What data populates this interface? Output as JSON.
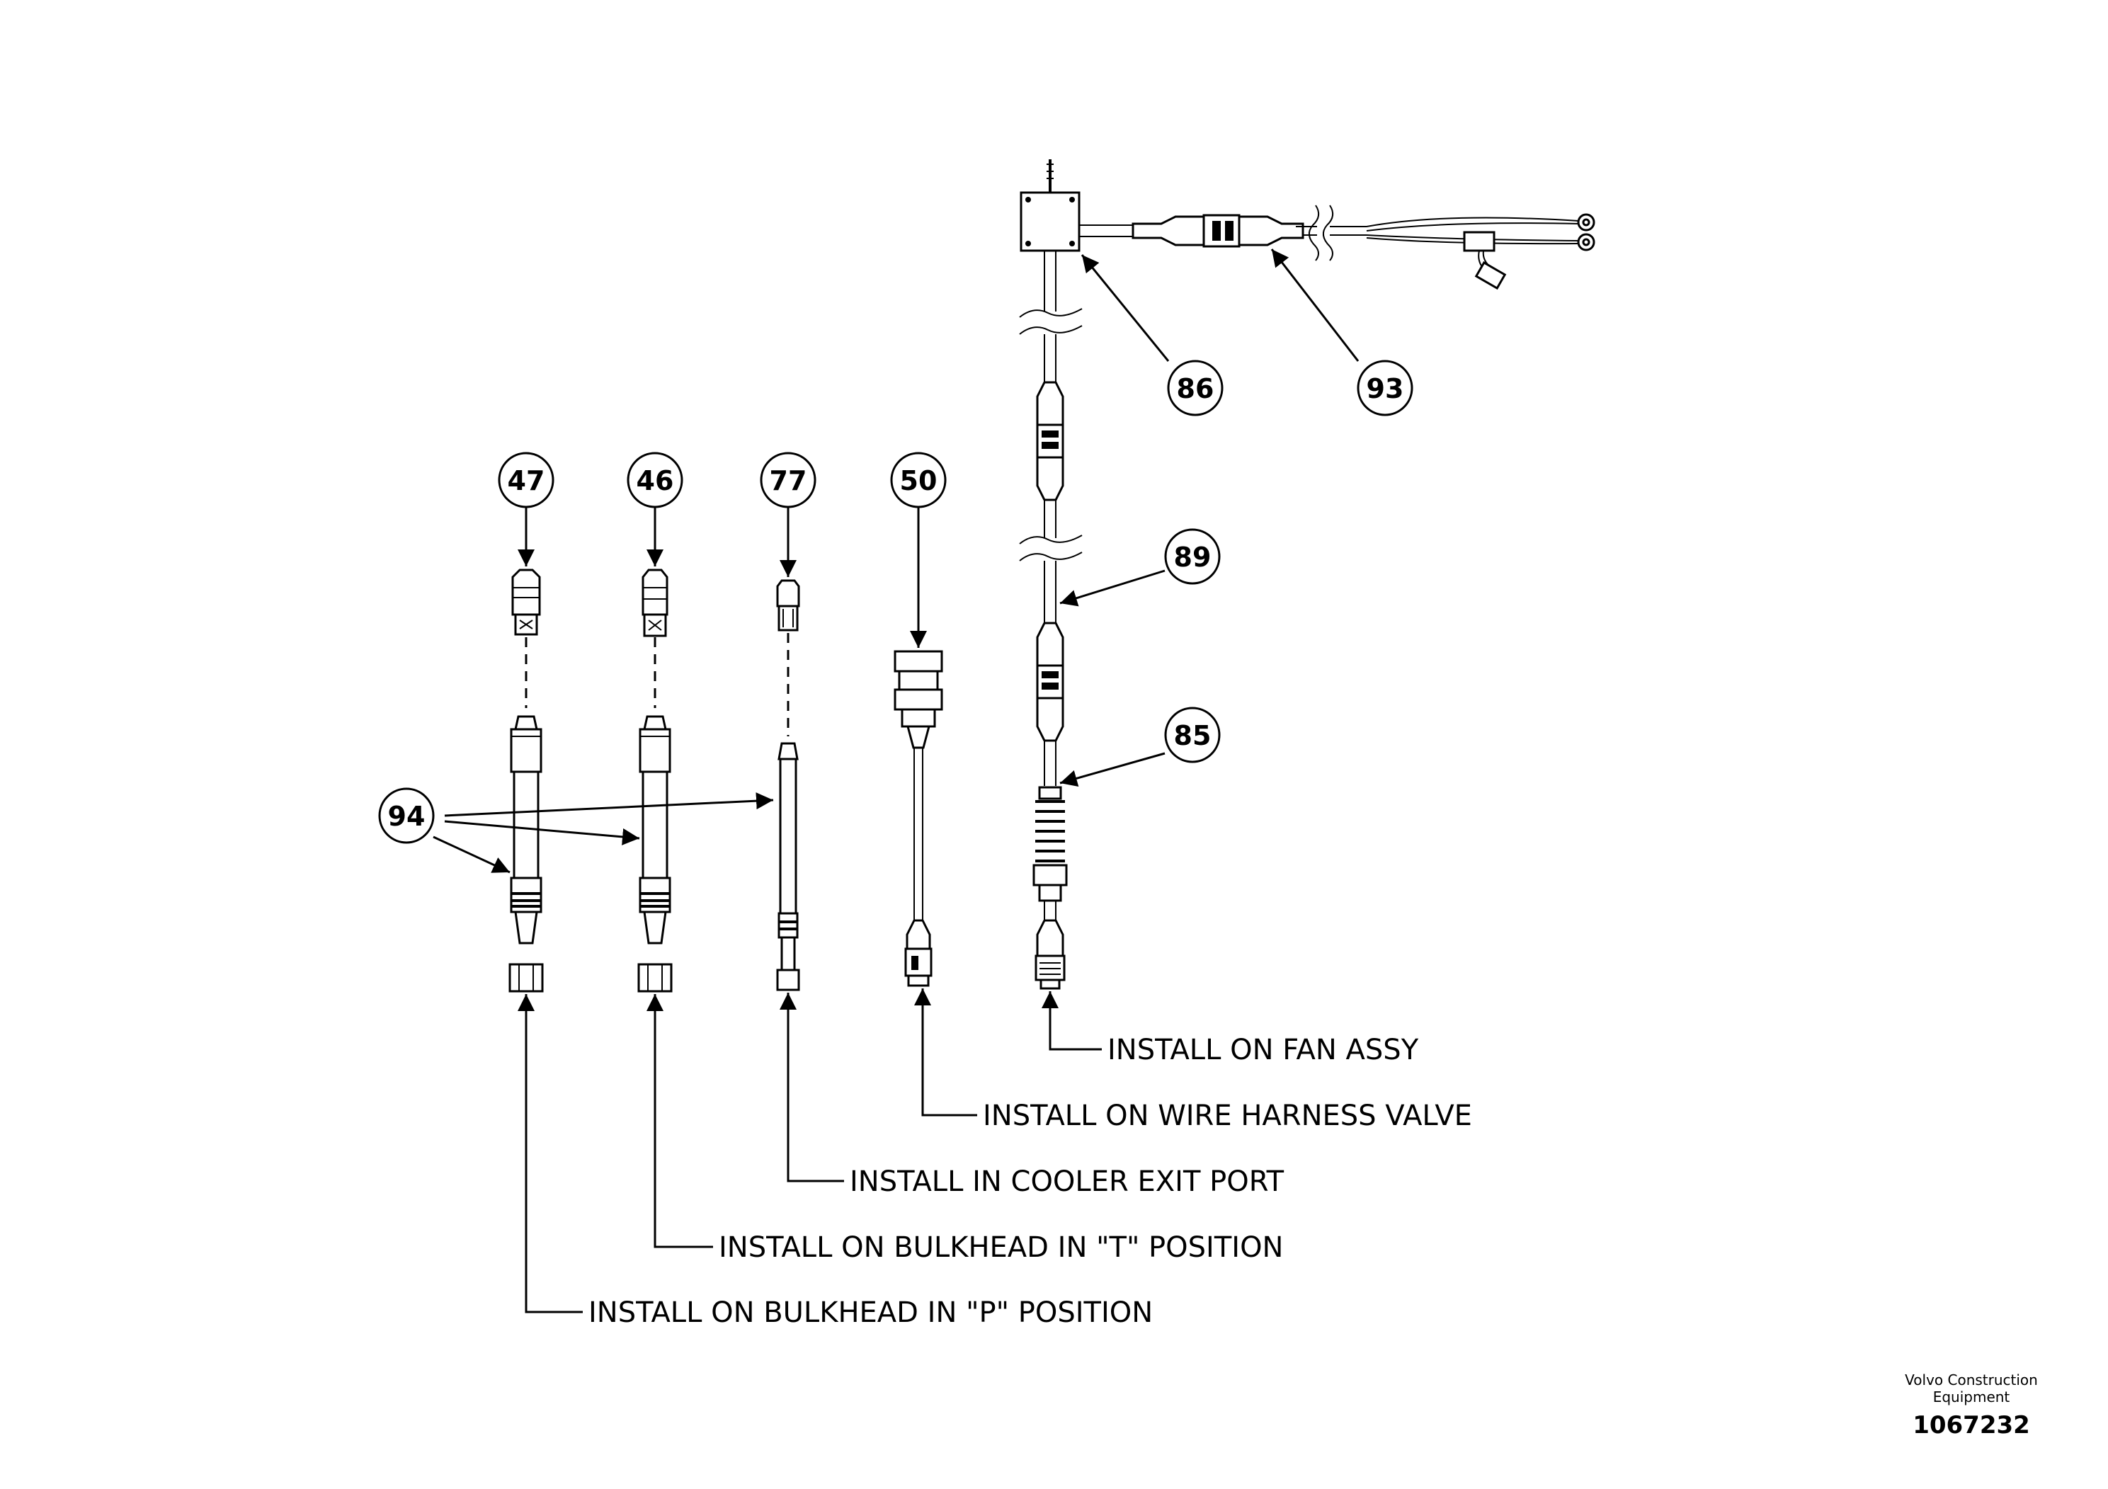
{
  "callouts": {
    "c47": "47",
    "c46": "46",
    "c77": "77",
    "c50": "50",
    "c86": "86",
    "c93": "93",
    "c89": "89",
    "c85": "85",
    "c94": "94"
  },
  "labels": {
    "fan_assy": "INSTALL ON FAN ASSY",
    "wire_harness_valve": "INSTALL ON WIRE HARNESS VALVE",
    "cooler_exit_port": "INSTALL IN COOLER EXIT PORT",
    "bulkhead_t": "INSTALL ON BULKHEAD IN \"T\" POSITION",
    "bulkhead_p": "INSTALL ON BULKHEAD IN \"P\" POSITION"
  },
  "footer": {
    "company_line1": "Volvo Construction",
    "company_line2": "Equipment",
    "document_number": "1067232"
  }
}
